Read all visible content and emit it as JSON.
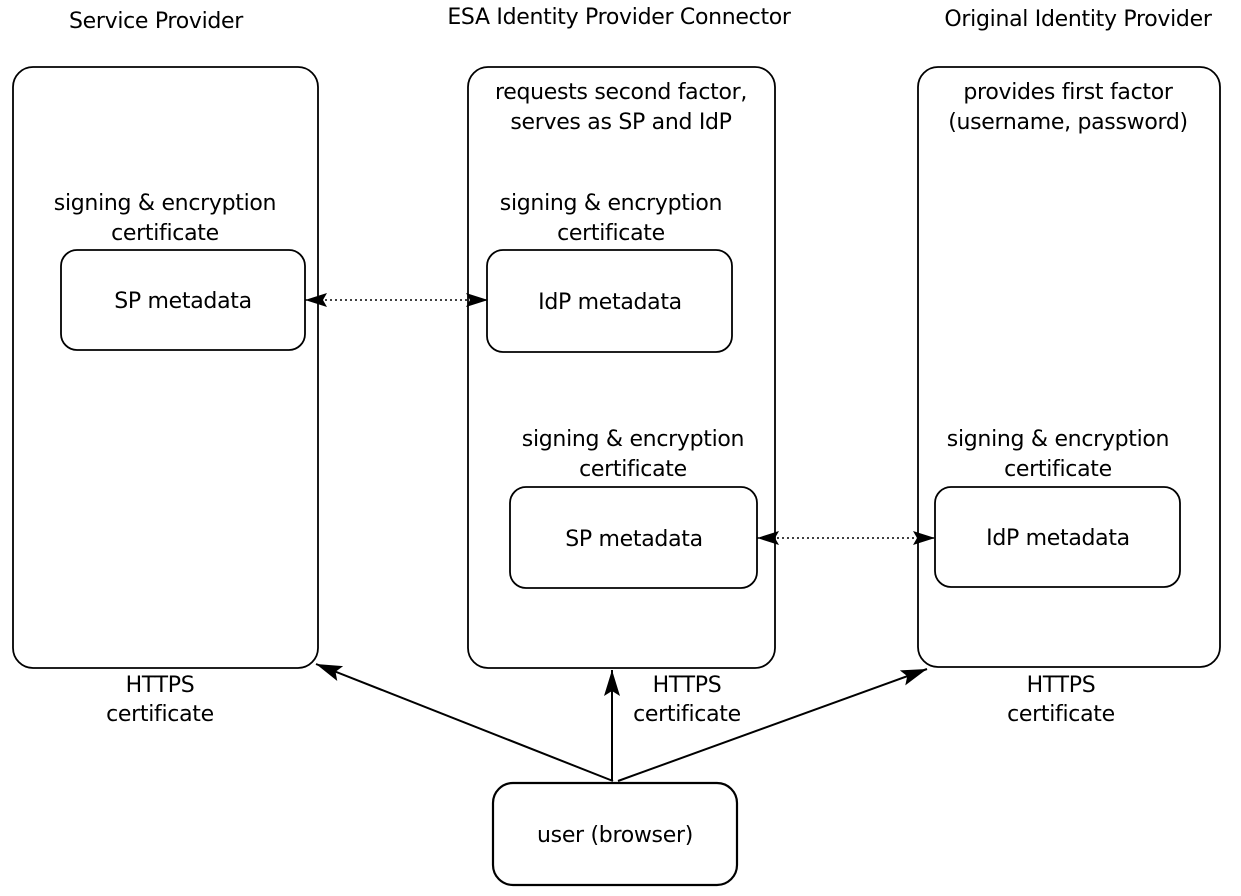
{
  "panels": {
    "service_provider": {
      "title": "Service Provider",
      "cert_label": {
        "line1": "signing & encryption",
        "line2": "certificate"
      },
      "metadata_label": "SP metadata",
      "https_label": {
        "line1": "HTTPS",
        "line2": "certificate"
      }
    },
    "esa_connector": {
      "title": "ESA Identity Provider Connector",
      "role": {
        "line1": "requests second factor,",
        "line2": "serves as SP and IdP"
      },
      "cert_label_top": {
        "line1": "signing & encryption",
        "line2": "certificate"
      },
      "idp_metadata_label": "IdP metadata",
      "cert_label_bottom": {
        "line1": "signing & encryption",
        "line2": "certificate"
      },
      "sp_metadata_label": "SP metadata",
      "https_label": {
        "line1": "HTTPS",
        "line2": "certificate"
      }
    },
    "original_idp": {
      "title": "Original Identity Provider",
      "role": {
        "line1": "provides first factor",
        "line2": "(username, password)"
      },
      "cert_label": {
        "line1": "signing & encryption",
        "line2": "certificate"
      },
      "metadata_label": "IdP metadata",
      "https_label": {
        "line1": "HTTPS",
        "line2": "certificate"
      }
    }
  },
  "user": {
    "label": "user (browser)"
  },
  "colors": {
    "stroke": "#000000",
    "text": "#000000",
    "background": "#ffffff"
  }
}
